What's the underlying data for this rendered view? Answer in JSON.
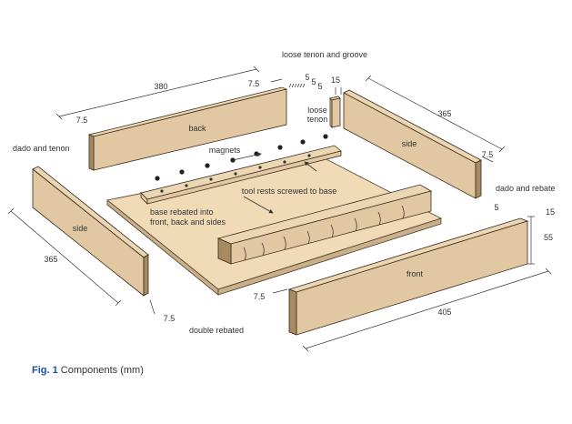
{
  "labels": {
    "back": "back",
    "side_left": "side",
    "side_right": "side",
    "front": "front",
    "magnets": "magnets",
    "tool_rests": "tool rests screwed to base",
    "base_line1": "base rebated into",
    "base_line2": "front, back and sides",
    "dado_tenon": "dado and tenon",
    "dado_rebate": "dado and rebate",
    "loose_tenon_groove": "loose tenon and groove",
    "loose_tenon_line1": "loose",
    "loose_tenon_line2": "tenon",
    "double_rebated": "double rebated"
  },
  "dimensions": {
    "back_length": "380",
    "back_rebate": "7.5",
    "back_left": "7.5",
    "side_right_length": "365",
    "side_right_rebate": "7.5",
    "side_left_length": "365",
    "side_left_rebate": "7.5",
    "front_length": "405",
    "front_top": "15",
    "front_height": "55",
    "front_notch": "5",
    "front_left": "7.5",
    "tenon_a": "5",
    "tenon_b": "5",
    "tenon_c": "5",
    "tenon_width": "15"
  },
  "caption": {
    "figure": "Fig. 1",
    "text": "Components (mm)"
  },
  "colors": {
    "accent": "#1a4fa0",
    "wood": "#e2c8a2",
    "base": "#f0dbb6"
  }
}
